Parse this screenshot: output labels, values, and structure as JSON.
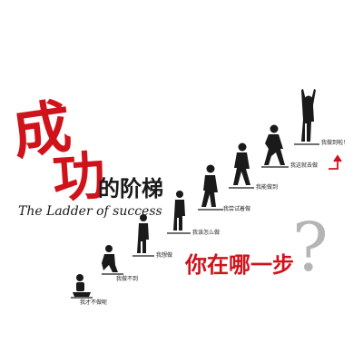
{
  "title": {
    "char1": "成",
    "char2": "功",
    "rest": "的阶梯",
    "english": "The Ladder of success"
  },
  "question": {
    "text": "你在哪一步",
    "mark": "?"
  },
  "steps": [
    {
      "label": "我才不做呢"
    },
    {
      "label": "我做不到"
    },
    {
      "label": "我想做"
    },
    {
      "label": "我该怎么做"
    },
    {
      "label": "我尝试着做"
    },
    {
      "label": "我能做到"
    },
    {
      "label": "我这就去做"
    },
    {
      "label": "我做到啦！"
    }
  ],
  "colors": {
    "accent": "#d0121b",
    "figure": "#1a1a1a",
    "mark": "#b5b5b5"
  }
}
